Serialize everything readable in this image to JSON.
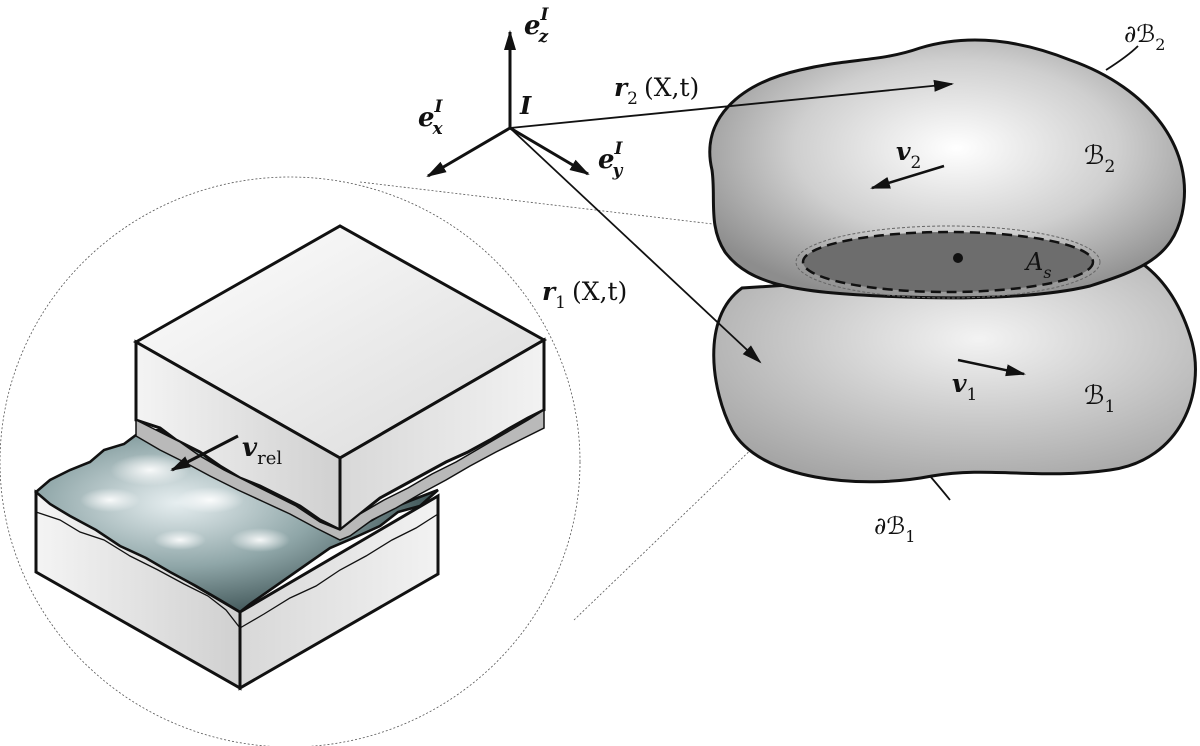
{
  "frame": {
    "origin": "I",
    "ex": {
      "base": "e",
      "sub": "x",
      "sup": "I"
    },
    "ey": {
      "base": "e",
      "sub": "y",
      "sup": "I"
    },
    "ez": {
      "base": "e",
      "sub": "z",
      "sup": "I"
    }
  },
  "r1": {
    "base": "r",
    "sub": "1",
    "args": "(X,t)"
  },
  "r2": {
    "base": "r",
    "sub": "2",
    "args": "(X,t)"
  },
  "body1": {
    "name": "ℬ",
    "sub": "1",
    "boundary": "∂ℬ",
    "boundary_sub": "1",
    "vel": "v",
    "vel_sub": "1"
  },
  "body2": {
    "name": "ℬ",
    "sub": "2",
    "boundary": "∂ℬ",
    "boundary_sub": "2",
    "vel": "v",
    "vel_sub": "2"
  },
  "contact": {
    "base": "A",
    "sub": "s"
  },
  "zoom": {
    "vel": "v",
    "vel_sub": "rel"
  },
  "colors": {
    "stroke": "#111111",
    "surface_dark": "#2f4446",
    "surface_light": "#e6eef0"
  }
}
